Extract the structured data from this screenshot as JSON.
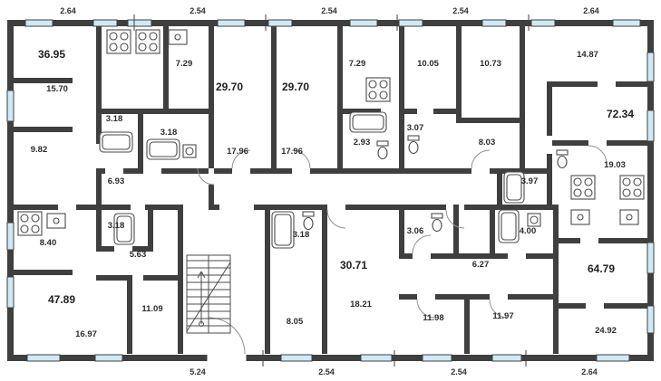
{
  "colors": {
    "wall": "#3f3f3f",
    "window_glass": "#cfeaf6",
    "label_text": "#2d2d2d"
  },
  "floor_plan": {
    "top_dimensions": [
      "2.64",
      "2.54",
      "2.54",
      "2.54",
      "2.64"
    ],
    "bottom_dimensions": [
      "5.24",
      "2.54",
      "2.54",
      "2.64"
    ],
    "apartment_totals": [
      "36.95",
      "29.70",
      "29.70",
      "72.34",
      "47.89",
      "30.71",
      "64.79"
    ],
    "rooms": [
      "15.70",
      "9.82",
      "7.29",
      "3.18",
      "3.18",
      "6.93",
      "17.96",
      "17.96",
      "7.29",
      "2.93",
      "3.07",
      "10.05",
      "10.73",
      "8.03",
      "14.87",
      "19.03",
      "3.97",
      "8.40",
      "3.18",
      "5.63",
      "11.09",
      "16.97",
      "3.18",
      "8.05",
      "18.21",
      "3.06",
      "6.27",
      "4.00",
      "11.98",
      "11.97",
      "24.92"
    ]
  }
}
